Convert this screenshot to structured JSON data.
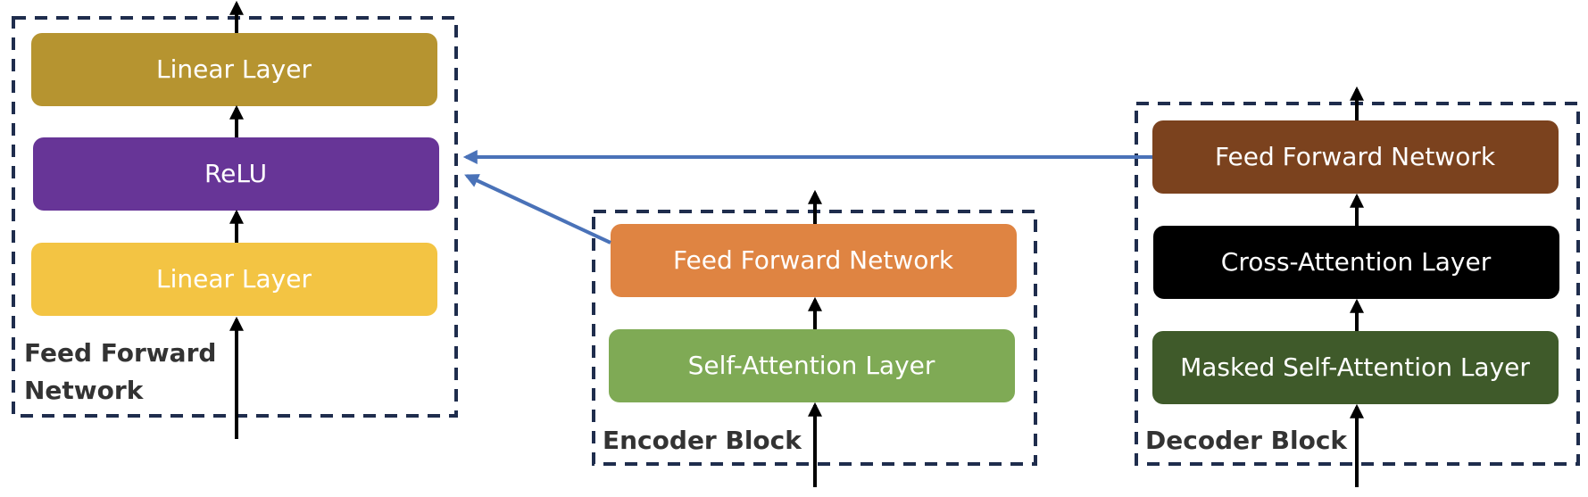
{
  "blocks": {
    "ffn": {
      "label_line1": "Feed Forward",
      "label_line2": "Network",
      "layers": [
        {
          "label": "Linear Layer",
          "color": "#b69430"
        },
        {
          "label": "ReLU",
          "color": "#673597"
        },
        {
          "label": "Linear Layer",
          "color": "#f3c443"
        }
      ]
    },
    "encoder": {
      "label": "Encoder Block",
      "layers": [
        {
          "label": "Feed Forward Network",
          "color": "#df8442"
        },
        {
          "label": "Self-Attention Layer",
          "color": "#7faa55"
        }
      ]
    },
    "decoder": {
      "label": "Decoder Block",
      "layers": [
        {
          "label": "Feed Forward Network",
          "color": "#7b421e"
        },
        {
          "label": "Cross-Attention Layer",
          "color": "#000000"
        },
        {
          "label": "Masked Self-Attention Layer",
          "color": "#3f5a2a"
        }
      ]
    }
  },
  "colors": {
    "frame": "#1f2d4d",
    "connector": "#4a72b8",
    "flow_arrow": "#000000",
    "block_label": "#333333"
  }
}
